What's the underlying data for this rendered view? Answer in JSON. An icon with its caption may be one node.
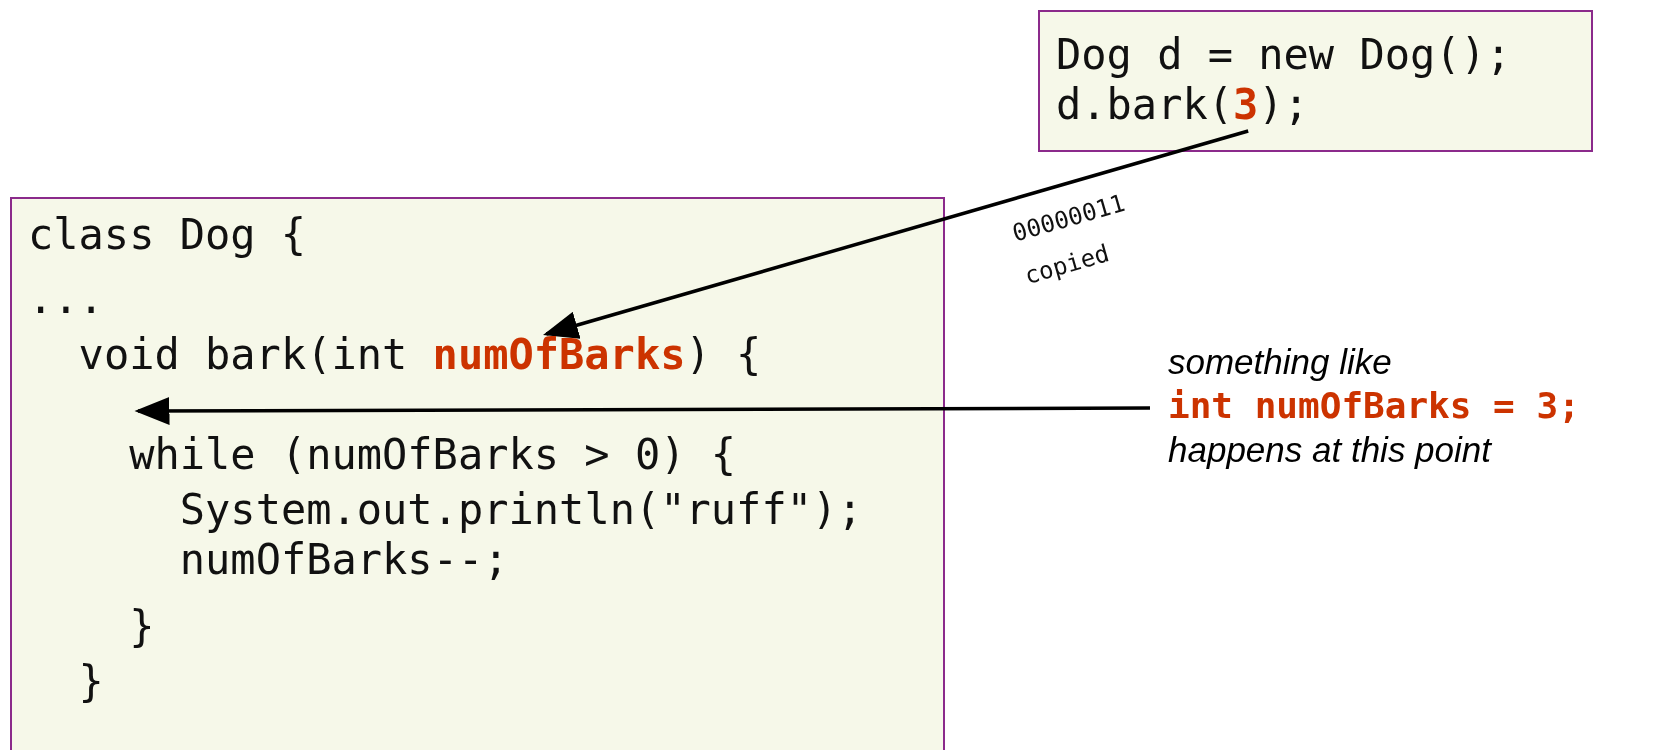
{
  "diagram": {
    "nodes": [
      {
        "text": [
          "Dog d = new Dog();",
          "d.bark(**3**);"
        ]
      },
      {
        "text": [
          "class Dog {",
          "...",
          "void bark(int **numOfBarks**) {",
          "while (numOfBarks > 0) {",
          "System.out.println(\"ruff\");",
          "numOfBarks--;",
          "}",
          "}"
        ]
      },
      {
        "text": [
          "something like",
          "int numOfBarks = 3;",
          "happens at this point"
        ]
      }
    ],
    "edges": [
      {
        "from": 0,
        "to": 1,
        "arrow": "to",
        "label": "00000011 copied"
      },
      {
        "from": 2,
        "to": 1,
        "arrow": "to"
      }
    ]
  }
}
